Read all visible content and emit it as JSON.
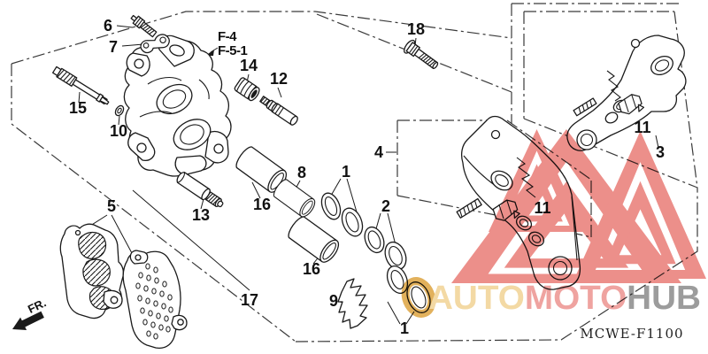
{
  "diagram": {
    "part_code": "MCWE-F1100",
    "direction_label": "FR.",
    "references": {
      "primary": "F-4",
      "secondary": "F-5-1"
    },
    "callouts": {
      "c6": "6",
      "c7": "7",
      "c15": "15",
      "c10": "10",
      "c14": "14",
      "c12": "12",
      "c13": "13",
      "c5": "5",
      "c16_upper": "16",
      "c8": "8",
      "c1_upper": "1",
      "c2": "2",
      "c16_lower": "16",
      "c17": "17",
      "c9": "9",
      "c1_lower": "1",
      "c18": "18",
      "c4": "4",
      "c11_inset": "11",
      "c3": "3",
      "c11_bracket": "11"
    }
  },
  "watermark": {
    "logo_color": "#ec8f8a",
    "ring_color": "#e2b15c",
    "segments": [
      {
        "text": "AUTO",
        "color": "#f3d9a4"
      },
      {
        "text": "MOTO",
        "color": "#efa3a0"
      },
      {
        "text": "HUB",
        "color": "#9c9c9c"
      }
    ]
  },
  "colors": {
    "line": "#1a1a1a",
    "background": "#ffffff",
    "border": "#3a3a3a"
  }
}
